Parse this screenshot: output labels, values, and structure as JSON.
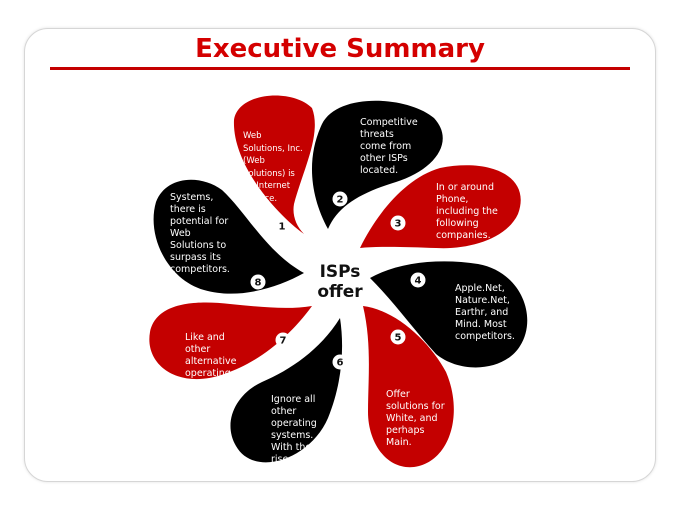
{
  "slide": {
    "title": "Executive Summary",
    "center_label": "ISPs offer",
    "colors": {
      "accent": "#c40000",
      "dark": "#000000",
      "background": "#ffffff"
    }
  },
  "petals": [
    {
      "number": "1",
      "color": "#c40000",
      "text": "Web Solutions, Inc. (Web Solutions) is an Internet Service."
    },
    {
      "number": "2",
      "color": "#000000",
      "text": "Competitive threats come from other ISPs located."
    },
    {
      "number": "3",
      "color": "#c40000",
      "text": "In or around Phone, including the following companies."
    },
    {
      "number": "4",
      "color": "#000000",
      "text": "Apple.Net, Nature.Net, Earthr, and Mind. Most competitors."
    },
    {
      "number": "5",
      "color": "#c40000",
      "text": "Offer solutions for White, and perhaps Main."
    },
    {
      "number": "6",
      "color": "#000000",
      "text": "Ignore all other operating systems. With the rise of."
    },
    {
      "number": "7",
      "color": "#c40000",
      "text": "Like and other alternative operating."
    },
    {
      "number": "8",
      "color": "#000000",
      "text": "Systems, there is potential for Web Solutions to surpass its competitors."
    }
  ]
}
